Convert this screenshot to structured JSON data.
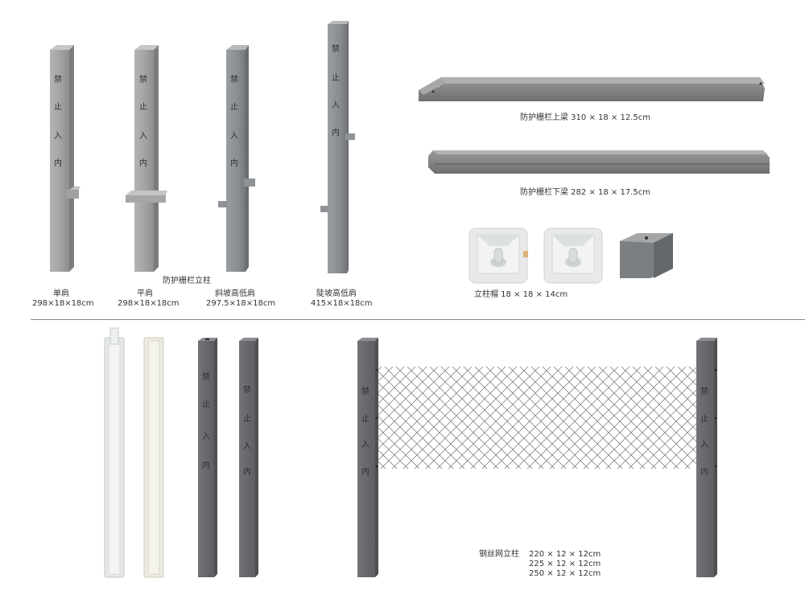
{
  "post_chars": [
    "禁",
    "止",
    "入",
    "内"
  ],
  "colors": {
    "post_light": "#9a9a9a",
    "post_mid": "#7f8185",
    "post_dark": "#666769",
    "mold_white": "#e8eaea",
    "divider": "#8a8a8a"
  },
  "top": {
    "group_title": "防护栅栏立柱",
    "posts": [
      {
        "name": "单肩",
        "dims": "298×18×18cm"
      },
      {
        "name": "平肩",
        "dims": "298×18×18cm"
      },
      {
        "name": "斜坡高低肩",
        "dims": "297.5×18×18cm"
      },
      {
        "name": "陡坡高低肩",
        "dims": "415×18×18cm"
      }
    ],
    "beams": [
      {
        "label": "防护栅栏上梁 310 × 18 × 12.5cm"
      },
      {
        "label": "防护栅栏下梁 282 × 18 × 17.5cm"
      }
    ],
    "cap": {
      "label": "立柱帽 18 × 18 × 14cm"
    }
  },
  "bottom": {
    "mesh": {
      "title": "钢丝网立柱",
      "dims": [
        "220 × 12 × 12cm",
        "225 × 12 × 12cm",
        "250 × 12 × 12cm"
      ]
    }
  }
}
